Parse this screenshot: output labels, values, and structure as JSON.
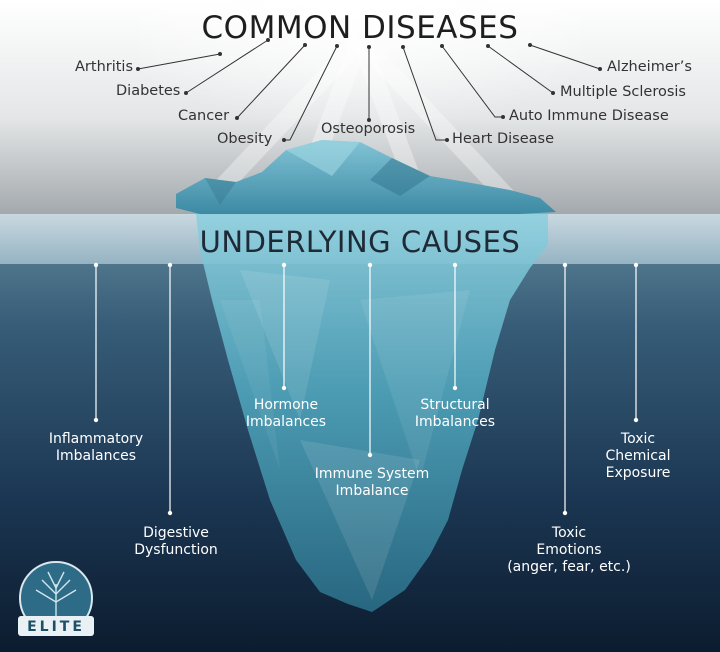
{
  "heading_common": "COMMON DISEASES",
  "heading_underlying": "UNDERLYING CAUSES",
  "diseases": [
    "Arthritis",
    "Diabetes",
    "Cancer",
    "Obesity",
    "Osteoporosis",
    "Heart Disease",
    "Auto Immune Disease",
    "Multiple Sclerosis",
    "Alzheimer’s"
  ],
  "causes": [
    [
      "Inflammatory",
      "Imbalances"
    ],
    [
      "Digestive",
      "Dysfunction"
    ],
    [
      "Hormone",
      "Imbalances"
    ],
    [
      "Immune System",
      "Imbalance"
    ],
    [
      "Structural",
      "Imbalances"
    ],
    [
      "Toxic",
      "Emotions",
      "(anger, fear, etc.)"
    ],
    [
      "Toxic",
      "Chemical",
      "Exposure"
    ]
  ],
  "logo_text": "ELITE",
  "colors": {
    "sky_top": "#ffffff",
    "sky_bottom": "#9ea4a8",
    "water_top": "#5f8497",
    "water_bottom": "#0d1e31",
    "ice": "#6fb9cc",
    "ice_deep": "#2e7f97",
    "underlying_band": "#b9cfda"
  }
}
